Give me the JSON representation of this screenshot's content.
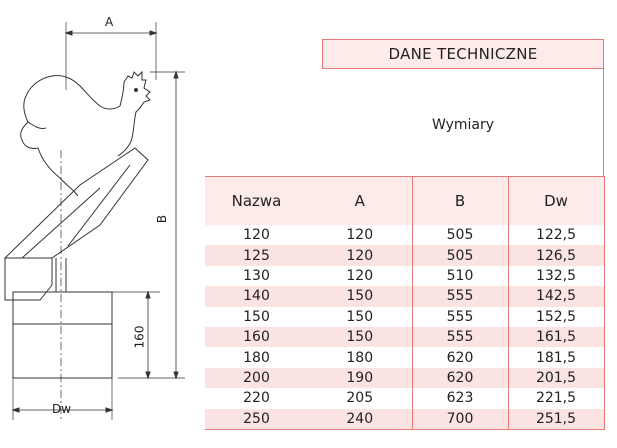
{
  "drawing": {
    "dimension_labels": {
      "a": "A",
      "b": "B",
      "h": "160",
      "dw": "Dw"
    }
  },
  "panel": {
    "title": "DANE TECHNICZNE",
    "subtitle": "Wymiary"
  },
  "table": {
    "columns": [
      "Nazwa",
      "A",
      "B",
      "Dw"
    ],
    "rows": [
      [
        "120",
        "120",
        "505",
        "122,5"
      ],
      [
        "125",
        "120",
        "505",
        "126,5"
      ],
      [
        "130",
        "120",
        "510",
        "132,5"
      ],
      [
        "140",
        "150",
        "555",
        "142,5"
      ],
      [
        "150",
        "150",
        "555",
        "152,5"
      ],
      [
        "160",
        "150",
        "555",
        "161,5"
      ],
      [
        "180",
        "180",
        "620",
        "181,5"
      ],
      [
        "200",
        "190",
        "620",
        "201,5"
      ],
      [
        "220",
        "205",
        "623",
        "221,5"
      ],
      [
        "250",
        "240",
        "700",
        "251,5"
      ]
    ]
  },
  "colors": {
    "accent": "#e77a78",
    "header_fill": "#fdebe9",
    "row_fill": "#fbe3e1"
  }
}
